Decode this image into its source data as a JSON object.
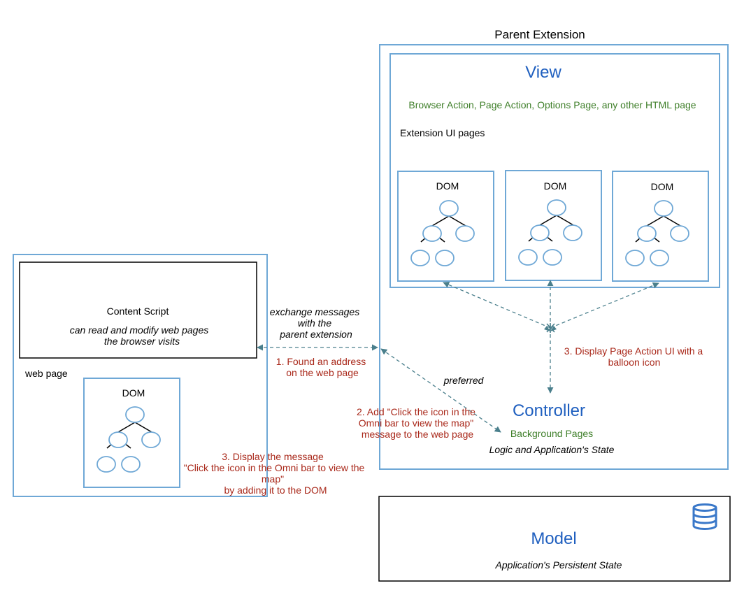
{
  "parent_extension": {
    "title": "Parent Extension"
  },
  "view": {
    "title": "View",
    "subtitle": "Browser Action, Page Action, Options Page, any other HTML page",
    "ui_pages_label": "Extension UI pages",
    "dom_boxes": [
      {
        "label": "DOM"
      },
      {
        "label": "DOM"
      },
      {
        "label": "DOM"
      }
    ]
  },
  "controller": {
    "title": "Controller",
    "subtitle": "Background Pages",
    "description": "Logic and Application's State"
  },
  "model": {
    "title": "Model",
    "description": "Application's Persistent State",
    "icon": "database-icon"
  },
  "content_script": {
    "title": "Content Script",
    "description_lines": [
      "can read and modify web pages",
      "the browser visits"
    ]
  },
  "web_page": {
    "label": "web page",
    "dom_label": "DOM"
  },
  "annotations": {
    "exchange_lines": [
      "exchange messages",
      "with the",
      "parent extension"
    ],
    "step1_lines": [
      "1. Found an address",
      "on the web page"
    ],
    "preferred": "preferred",
    "step2_lines": [
      "2. Add \"Click the icon in the",
      "Omni bar to view the map\"",
      "message to the web page"
    ],
    "step3_ui_lines": [
      "3. Display Page Action UI with a",
      "balloon icon"
    ],
    "step3_msg_lines": [
      "3. Display the message",
      "\"Click the icon in the Omni bar to view the",
      "map\"",
      "by adding it to the DOM"
    ]
  },
  "colors": {
    "box_blue": "#6fa8d6",
    "title_blue": "#1f5fbf",
    "green": "#3f7f2a",
    "red": "#a9281a",
    "arrow": "#4a7f8c",
    "black": "#000000"
  }
}
